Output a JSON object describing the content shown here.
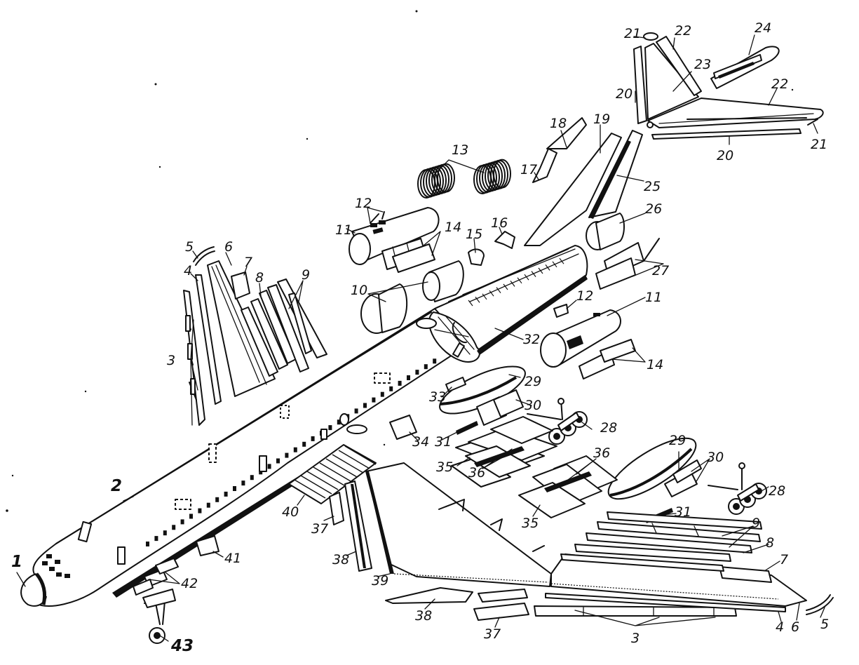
{
  "labels": {
    "l1": "1",
    "l2": "2",
    "l3a": "3",
    "l4a": "4",
    "l5a": "5",
    "l6a": "6",
    "l7a": "7",
    "l8a": "8",
    "l9a": "9",
    "l10": "10",
    "l11a": "11",
    "l12a": "12",
    "l13": "13",
    "l14a": "14",
    "l15": "15",
    "l16": "16",
    "l17": "17",
    "l18": "18",
    "l19": "19",
    "l20a": "20",
    "l21a": "21",
    "l22a": "22",
    "l23": "23",
    "l24": "24",
    "l22b": "22",
    "l21b": "21",
    "l20b": "20",
    "l25": "25",
    "l26": "26",
    "l27": "27",
    "l11b": "11",
    "l12b": "12",
    "l14b": "14",
    "l32": "32",
    "l29a": "29",
    "l30a": "30",
    "l28a": "28",
    "l33": "33",
    "l34": "34",
    "l31a": "31",
    "l35a": "35",
    "l36a": "36",
    "l36b": "36",
    "l35b": "35",
    "l29b": "29",
    "l30b": "30",
    "l28b": "28",
    "l31b": "31",
    "l9b": "9",
    "l8b": "8",
    "l7b": "7",
    "l6b": "6",
    "l5b": "5",
    "l4b": "4",
    "l3b": "3",
    "l40": "40",
    "l37a": "37",
    "l38a": "38",
    "l39": "39",
    "l38b": "38",
    "l37b": "37",
    "l41": "41",
    "l42": "42",
    "l43": "43"
  },
  "colors": {
    "ink": "#111111",
    "paper": "#ffffff"
  }
}
